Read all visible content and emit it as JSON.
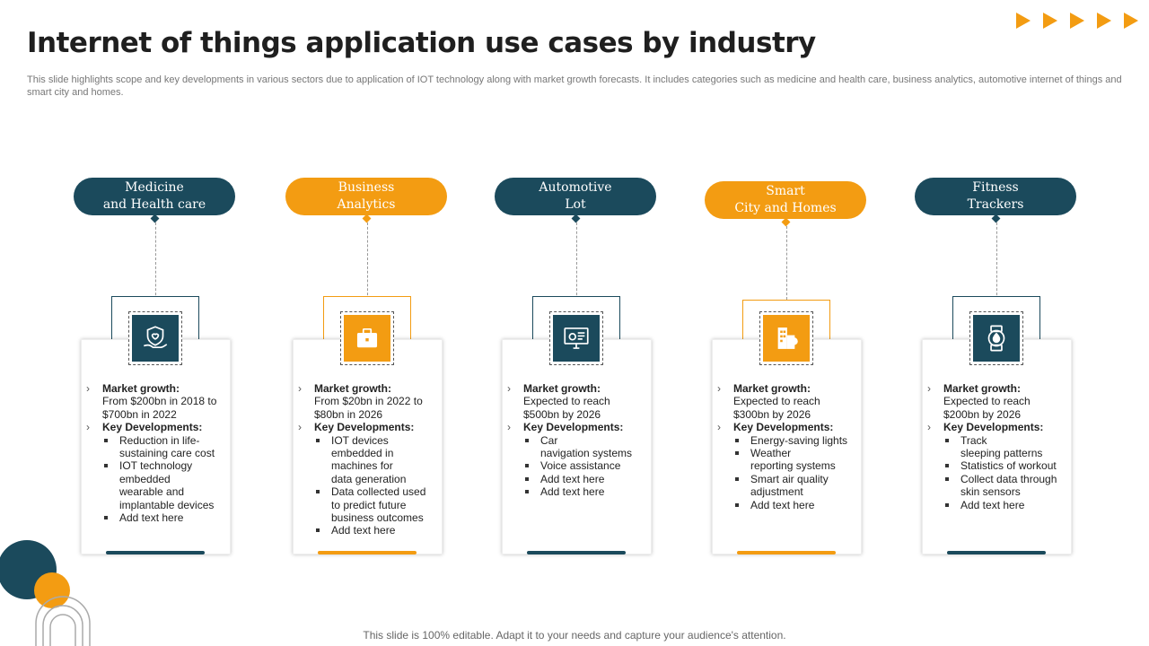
{
  "title": "Internet of things application use cases by industry",
  "subtitle": "This slide highlights scope and key developments in various sectors due to application of IOT technology along with market growth forecasts. It includes categories such as medicine and health care, business analytics, automotive internet of things and smart city and homes.",
  "footer": "This slide is 100% editable. Adapt it to your needs and capture your audience's attention.",
  "colors": {
    "teal": "#1b4a5c",
    "orange": "#f39c12"
  },
  "columns": [
    {
      "title_lines": [
        "Medicine",
        "and Health care"
      ],
      "color": "teal",
      "icon": "shield-heart-hand-icon",
      "growth_label": "Market growth:",
      "growth_text": [
        "From $200bn in 2018 to",
        "$700bn in 2022"
      ],
      "dev_label": "Key Developments:",
      "developments": [
        [
          "Reduction in life-",
          "sustaining care cost"
        ],
        [
          "IOT technology",
          "embedded",
          "wearable and",
          "implantable devices"
        ],
        [
          "Add text here"
        ]
      ]
    },
    {
      "title_lines": [
        "Business",
        "Analytics"
      ],
      "color": "orange",
      "icon": "briefcase-icon",
      "growth_label": "Market growth:",
      "growth_text": [
        "From $20bn in 2022 to",
        "$80bn in 2026"
      ],
      "dev_label": "Key Developments:",
      "developments": [
        [
          "IOT devices",
          "embedded in",
          "machines for",
          "data generation"
        ],
        [
          "Data collected used",
          "to predict future",
          "business outcomes"
        ],
        [
          "Add text here"
        ]
      ]
    },
    {
      "title_lines": [
        "Automotive",
        "Lot"
      ],
      "color": "teal",
      "icon": "monitor-gear-icon",
      "growth_label": "Market growth:",
      "growth_text": [
        "Expected to reach",
        "$500bn by 2026"
      ],
      "dev_label": "Key Developments:",
      "developments": [
        [
          "Car",
          "navigation systems"
        ],
        [
          "Voice assistance"
        ],
        [
          "Add text here"
        ],
        [
          "Add text here"
        ]
      ]
    },
    {
      "title_lines": [
        "Smart",
        "City and Homes"
      ],
      "color": "orange",
      "icon": "city-buildings-icon",
      "growth_label": "Market growth:",
      "growth_text": [
        "Expected to reach",
        "$300bn by 2026"
      ],
      "dev_label": "Key Developments:",
      "developments": [
        [
          "Energy-saving lights"
        ],
        [
          "Weather",
          "reporting systems"
        ],
        [
          "Smart air quality",
          "adjustment"
        ],
        [
          "Add text here"
        ]
      ]
    },
    {
      "title_lines": [
        "Fitness",
        "Trackers"
      ],
      "color": "teal",
      "icon": "smartwatch-icon",
      "growth_label": "Market growth:",
      "growth_text": [
        "Expected to reach",
        "$200bn by 2026"
      ],
      "dev_label": "Key Developments:",
      "developments": [
        [
          "Track",
          "sleeping patterns"
        ],
        [
          "Statistics of workout"
        ],
        [
          "Collect data through",
          "skin sensors"
        ],
        [
          "Add text here"
        ]
      ]
    }
  ]
}
